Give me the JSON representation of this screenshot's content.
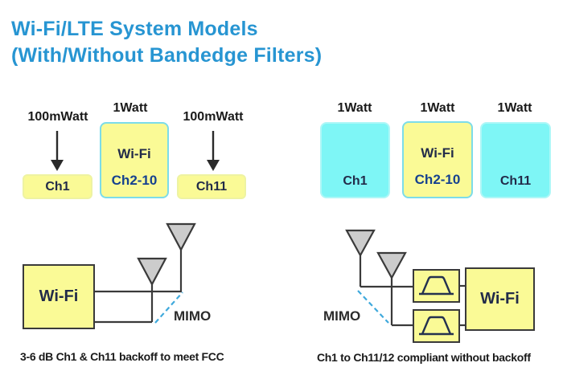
{
  "title": {
    "line1": "Wi-Fi/LTE System Models",
    "line2": "(With/Without Bandedge Filters)"
  },
  "colors": {
    "title_blue": "#2795d2",
    "box_yellow": "#fafa96",
    "box_cyan": "#7ef6f6",
    "mid_box_border_cyan": "#7cdce9",
    "navy_text": "#222b49",
    "ch2_10_blue": "#15418f",
    "mimo_dash_blue": "#3fa9dc",
    "line_dark": "#3a3a3a",
    "antenna_gray": "#cccccc"
  },
  "top_left_model": {
    "power_label_ch1": "100mWatt",
    "power_label_center": "1Watt",
    "power_label_ch11": "100mWatt",
    "ch1_box": "Ch1",
    "center_box_line1": "Wi-Fi",
    "center_box_line2": "Ch2-10",
    "ch11_box": "Ch11"
  },
  "top_right_model": {
    "power_label_ch1": "1Watt",
    "power_label_center": "1Watt",
    "power_label_ch11": "1Watt",
    "ch1_box": "Ch1",
    "center_box_line1": "Wi-Fi",
    "center_box_line2": "Ch2-10",
    "ch11_box": "Ch11"
  },
  "bottom_left_model": {
    "wifi_box": "Wi-Fi",
    "mimo_label": "MIMO",
    "caption": "3-6 dB Ch1 & Ch11 backoff to meet FCC"
  },
  "bottom_right_model": {
    "wifi_box": "Wi-Fi",
    "mimo_label": "MIMO",
    "caption": "Ch1 to Ch11/12 compliant without backoff"
  }
}
